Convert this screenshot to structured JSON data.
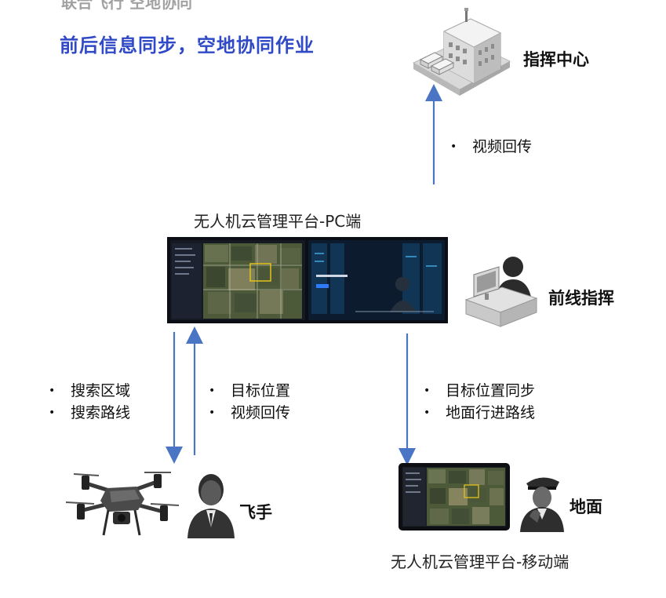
{
  "top_cut_text": "联合飞行 空地协同",
  "headline": "前后信息同步，空地协同作业",
  "nodes": {
    "command_center": "指挥中心",
    "front_command": "前线指挥",
    "pilot": "飞手",
    "ground": "地面"
  },
  "platforms": {
    "pc": "无人机云管理平台-PC端",
    "mobile": "无人机云管理平台-移动端"
  },
  "flows": {
    "to_command_center": [
      "视频回传"
    ],
    "to_pilot": [
      "搜索区域",
      "搜索路线"
    ],
    "from_pilot": [
      "目标位置",
      "视频回传"
    ],
    "to_ground": [
      "目标位置同步",
      "地面行进路线"
    ]
  },
  "colors": {
    "headline": "#2f49c7",
    "arrow": "#4a74c4"
  },
  "icons": [
    "building-icon",
    "drone-icon",
    "pilot-person-icon",
    "desk-operator-icon",
    "police-officer-icon",
    "pc-monitor-screen",
    "tablet-screen"
  ]
}
